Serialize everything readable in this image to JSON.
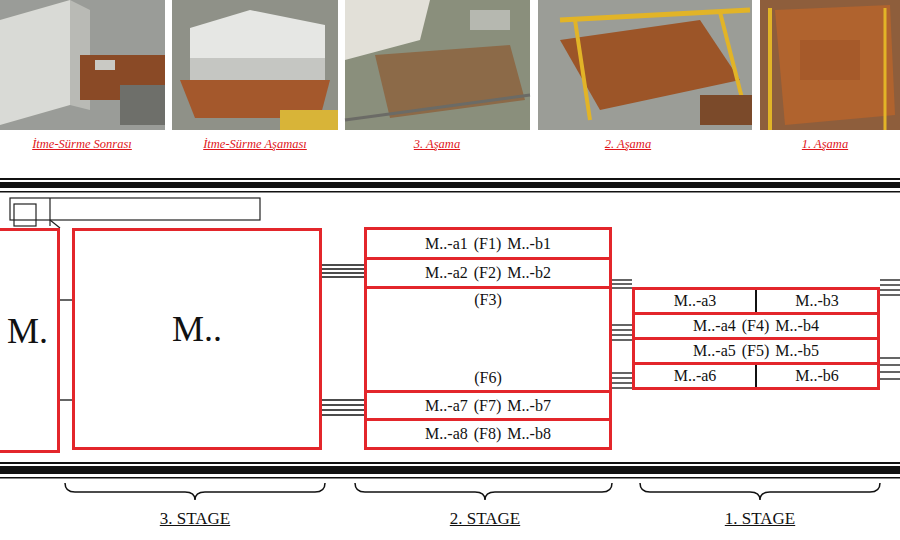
{
  "diagram": {
    "nodes": [
      {
        "text": [
          "M."
        ]
      },
      {
        "text": [
          "M.."
        ]
      },
      {
        "text": [
          "M..-a1",
          "(F1)",
          "M..-b1"
        ]
      },
      {
        "text": [
          "M..-a2",
          "(F2)",
          "M..-b2"
        ]
      },
      {
        "text": [
          "(F3)",
          "(F6)"
        ]
      },
      {
        "text": [
          "M..-a7",
          "(F7)",
          "M..-b7"
        ]
      },
      {
        "text": [
          "M..-a8",
          "(F8)",
          "M..-b8"
        ]
      },
      {
        "text": [
          "M..-a3",
          "M..-b3"
        ]
      },
      {
        "text": [
          "M..-a4",
          "(F4)",
          "M..-b4"
        ]
      },
      {
        "text": [
          "M..-a5",
          "(F5)",
          "M..-b5"
        ]
      },
      {
        "text": [
          "M..-a6",
          "M..-b6"
        ]
      }
    ],
    "labels": [
      "İtme-Sürme Sonrası",
      "İtme-Sürme Aşaması",
      "3. Aşama",
      "2. Aşama",
      "1. Aşama",
      "3. STAGE",
      "2. STAGE",
      "1. STAGE"
    ]
  }
}
